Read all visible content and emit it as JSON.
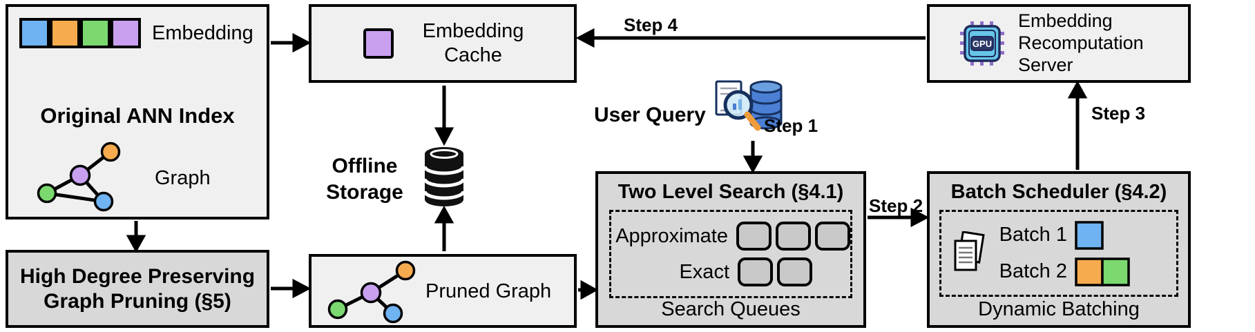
{
  "palette": {
    "blue": "#6FB3F2",
    "orange": "#F6AB4F",
    "green": "#7BD96F",
    "purple": "#C9A0F0"
  },
  "ann_index": {
    "embedding_label": "Embedding",
    "title": "Original ANN Index",
    "graph_label": "Graph"
  },
  "embedding_cache": {
    "label": "Embedding\nCache"
  },
  "recomputation_server": {
    "label": "Embedding\nRecomputation\nServer",
    "gpu_text": "GPU"
  },
  "offline_storage": {
    "label": "Offline\nStorage"
  },
  "user_query": {
    "label": "User Query"
  },
  "two_level_search": {
    "title": "Two Level Search (§4.1)",
    "approximate_label": "Approximate",
    "exact_label": "Exact",
    "footer": "Search Queues"
  },
  "batch_scheduler": {
    "title": "Batch Scheduler (§4.2)",
    "batch1_label": "Batch 1",
    "batch2_label": "Batch 2",
    "footer": "Dynamic Batching"
  },
  "graph_pruning": {
    "title": "High Degree Preserving\nGraph Pruning (§5)"
  },
  "pruned_graph": {
    "label": "Pruned Graph"
  },
  "steps": {
    "s1": "Step 1",
    "s2": "Step 2",
    "s3": "Step 3",
    "s4": "Step 4"
  }
}
